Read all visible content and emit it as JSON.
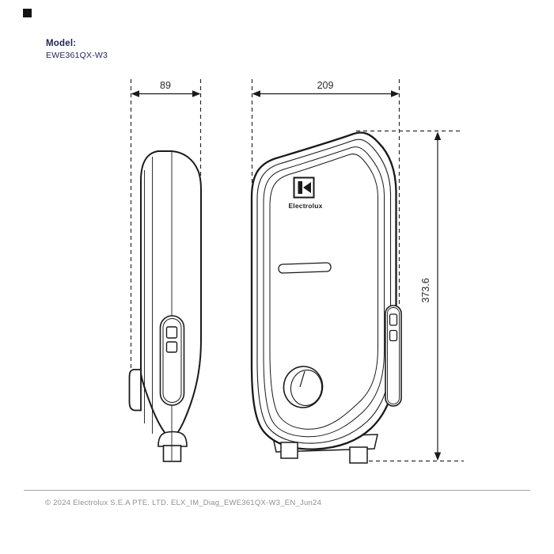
{
  "header": {
    "model_label": "Model:",
    "model_value": "EWE361QX-W3"
  },
  "diagram": {
    "type": "product-dimension-drawing",
    "side_view_width": "89",
    "front_view_width": "209",
    "height": "373.6",
    "brand_wordmark": "Electrolux"
  },
  "colors": {
    "brand_navy": "#1e2455",
    "drawing_line": "#1a1a1a",
    "dimension_text": "#2b2b2b",
    "divider": "#a6a6a6",
    "footer_text": "#8f8f8f"
  },
  "footer": {
    "copyright": "© 2024 Electrolux S.E.A PTE. LTD. ELX_IM_Diag_EWE361QX-W3_EN_Jun24"
  }
}
